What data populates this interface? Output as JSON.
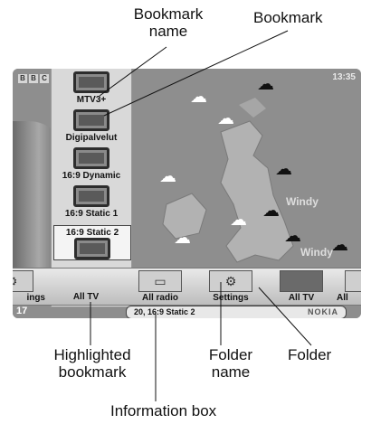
{
  "callouts": {
    "bookmark_name": "Bookmark\nname",
    "bookmark": "Bookmark",
    "highlighted_bookmark": "Highlighted\nbookmark",
    "folder_name": "Folder\nname",
    "folder": "Folder",
    "information_box": "Information box"
  },
  "screen": {
    "channel_logo": [
      "B",
      "B",
      "C"
    ],
    "clock": "13:35",
    "weather_labels": [
      "Windy",
      "Windy"
    ],
    "bookmarks": [
      "MTV3+",
      "Digipalvelut",
      "16:9 Dynamic",
      "16:9 Static 1",
      "16:9 Static 2"
    ],
    "highlighted_bookmark_index": 4,
    "folders": [
      "ings",
      "All TV",
      "All radio",
      "Settings",
      "All TV",
      "All"
    ],
    "channel_number": "17",
    "info_box_text": "20, 16:9 Static 2",
    "brand": "NOKIA"
  },
  "icons": {
    "cloud_white": "☁",
    "cloud_dark": "☁",
    "settings_gears": "⚙",
    "radio": "▭",
    "tv": "tv-icon"
  }
}
